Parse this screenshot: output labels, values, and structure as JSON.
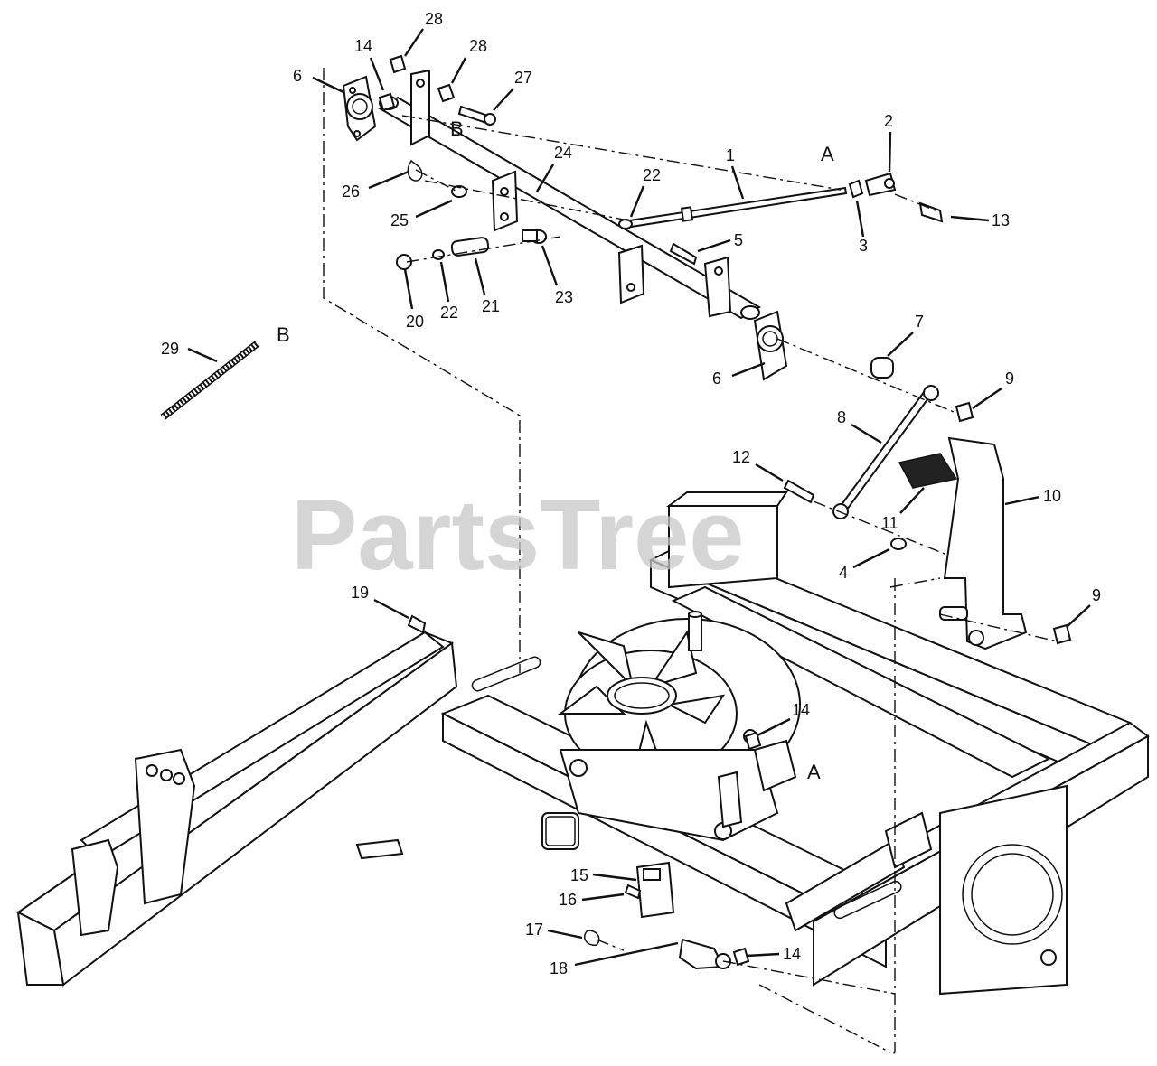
{
  "watermark": "PartsTree",
  "reference_letters": [
    "A",
    "A",
    "B",
    "B"
  ],
  "callouts": [
    {
      "label": "28",
      "part": "hex nut (top)"
    },
    {
      "label": "28",
      "part": "hex nut"
    },
    {
      "label": "14",
      "part": "lock nut"
    },
    {
      "label": "27",
      "part": "bolt"
    },
    {
      "label": "6",
      "part": "bearing flange (left)"
    },
    {
      "label": "2",
      "part": "ball joint"
    },
    {
      "label": "1",
      "part": "control rod"
    },
    {
      "label": "24",
      "part": "control shaft"
    },
    {
      "label": "22",
      "part": "washer"
    },
    {
      "label": "26",
      "part": "spring clip"
    },
    {
      "label": "25",
      "part": "washer"
    },
    {
      "label": "13",
      "part": "bolt"
    },
    {
      "label": "3",
      "part": "nut"
    },
    {
      "label": "5",
      "part": "bolt"
    },
    {
      "label": "20",
      "part": "nut"
    },
    {
      "label": "22",
      "part": "washer"
    },
    {
      "label": "21",
      "part": "spring"
    },
    {
      "label": "23",
      "part": "spacer"
    },
    {
      "label": "29",
      "part": "extension spring"
    },
    {
      "label": "7",
      "part": "bushing"
    },
    {
      "label": "6",
      "part": "bearing flange (right)"
    },
    {
      "label": "9",
      "part": "nut (upper)"
    },
    {
      "label": "8",
      "part": "link rod"
    },
    {
      "label": "12",
      "part": "bolt"
    },
    {
      "label": "10",
      "part": "pedal arm"
    },
    {
      "label": "11",
      "part": "pedal pad"
    },
    {
      "label": "4",
      "part": "washer"
    },
    {
      "label": "9",
      "part": "nut (lower)"
    },
    {
      "label": "19",
      "part": "bolt"
    },
    {
      "label": "14",
      "part": "lock nut (transaxle)"
    },
    {
      "label": "15",
      "part": "bracket"
    },
    {
      "label": "16",
      "part": "bolt"
    },
    {
      "label": "17",
      "part": "clip"
    },
    {
      "label": "18",
      "part": "pin"
    },
    {
      "label": "14",
      "part": "lock nut (lower)"
    }
  ]
}
